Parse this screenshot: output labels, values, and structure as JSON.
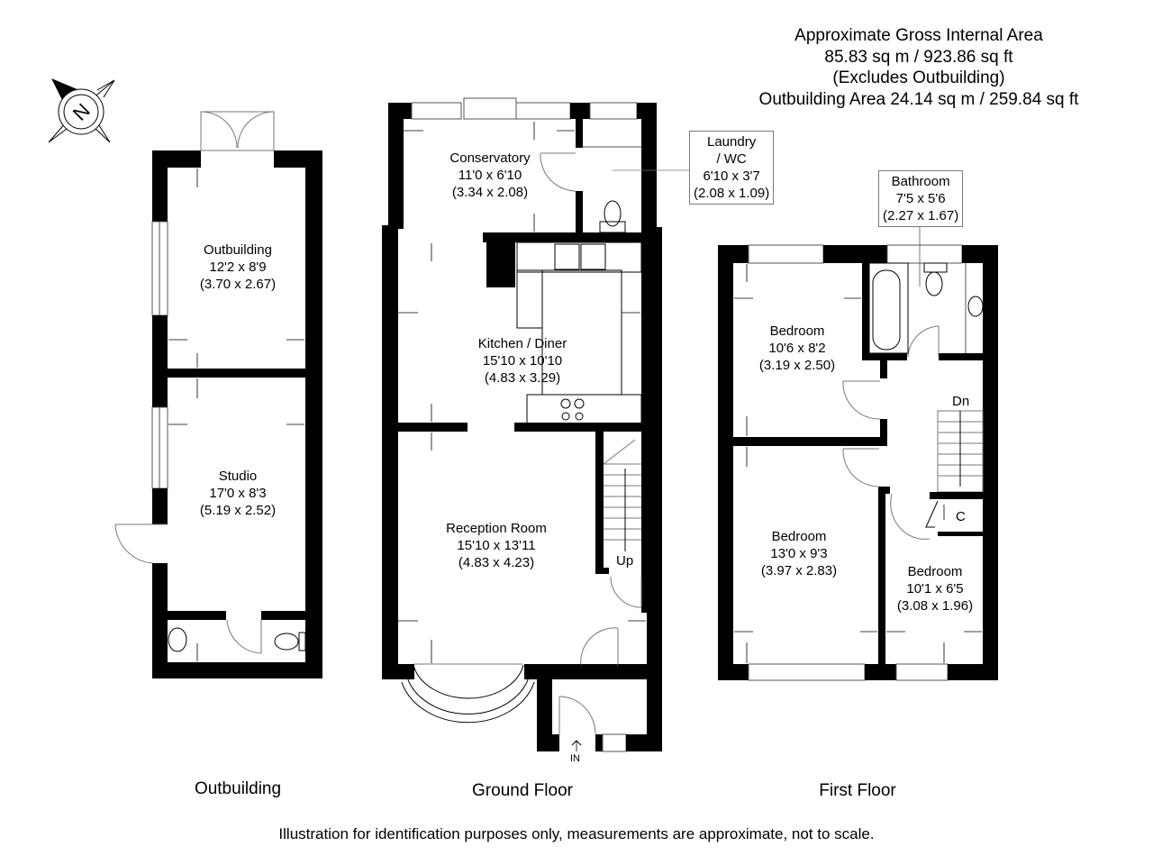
{
  "area_summary": {
    "line1": "Approximate Gross Internal Area",
    "line2": "85.83 sq m / 923.86 sq ft",
    "line3": "(Excludes Outbuilding)",
    "line4": "Outbuilding Area 24.14 sq m / 259.84 sq ft"
  },
  "compass": {
    "icon": "compass-north-icon",
    "letter": "N"
  },
  "floors": {
    "outbuilding": {
      "title": "Outbuilding",
      "rooms": [
        {
          "name": "Outbuilding",
          "imperial": "12'2 x 8'9",
          "metric": "(3.70 x 2.67)"
        },
        {
          "name": "Studio",
          "imperial": "17'0 x 8'3",
          "metric": "(5.19 x 2.52)"
        }
      ]
    },
    "ground": {
      "title": "Ground Floor",
      "rooms": [
        {
          "name": "Conservatory",
          "imperial": "11'0 x 6'10",
          "metric": "(3.34 x 2.08)"
        },
        {
          "name": "Laundry",
          "name2": "/ WC",
          "imperial": "6'10 x 3'7",
          "metric": "(2.08 x 1.09)"
        },
        {
          "name": "Kitchen / Diner",
          "imperial": "15'10 x 10'10",
          "metric": "(4.83 x 3.29)"
        },
        {
          "name": "Reception Room",
          "imperial": "15'10 x 13'11",
          "metric": "(4.83 x 4.23)"
        }
      ],
      "stairs_label": "Up",
      "entrance_label": "IN"
    },
    "first": {
      "title": "First Floor",
      "rooms": [
        {
          "name": "Bathroom",
          "imperial": "7'5 x 5'6",
          "metric": "(2.27 x 1.67)"
        },
        {
          "name": "Bedroom",
          "imperial": "10'6 x 8'2",
          "metric": "(3.19 x 2.50)"
        },
        {
          "name": "Bedroom",
          "imperial": "13'0 x 9'3",
          "metric": "(3.97 x 2.83)"
        },
        {
          "name": "Bedroom",
          "imperial": "10'1 x 6'5",
          "metric": "(3.08 x 1.96)"
        }
      ],
      "stairs_label": "Dn",
      "cupboard_label": "C"
    }
  },
  "disclaimer": "Illustration for identification purposes only, measurements are approximate, not to scale.",
  "colors": {
    "wall": "#000000",
    "background": "#ffffff",
    "callout_border": "#7a7a7a"
  }
}
